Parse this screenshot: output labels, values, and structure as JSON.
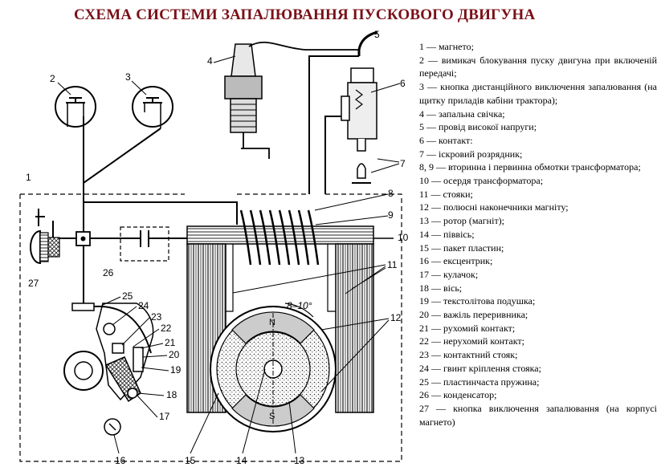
{
  "title": "СХЕМА СИСТЕМИ ЗАПАЛЮВАННЯ ПУСКОВОГО ДВИГУНА",
  "diagram": {
    "callouts": [
      "1",
      "2",
      "3",
      "4",
      "5",
      "6",
      "7",
      "8",
      "9",
      "10",
      "11",
      "12",
      "13",
      "14",
      "15",
      "16",
      "17",
      "18",
      "19",
      "20",
      "21",
      "22",
      "23",
      "24",
      "25",
      "26",
      "27"
    ],
    "angle_label": "8–10°",
    "pole_n": "N",
    "pole_s": "S"
  },
  "legend": [
    "1 — магнето;",
    "2 — вимикач блокування пуску двигуна при включеній передачі;",
    "3 — кнопка дистанційного виключення запалювання (на щитку приладів кабіни трактора);",
    "4 — запальна свічка;",
    "5 — провід високої напруги;",
    "6 — контакт:",
    "7 — іскровий розрядник;",
    "8, 9 — вторинна і первинна обмотки трансформатора;",
    "10 — осердя трансформатора;",
    "11 — стояки;",
    "12 — полюсні наконечники магніту;",
    "13 — ротор (магніт);",
    "14 — піввісь;",
    "15 — пакет пластин;",
    "16 — ексцентрик;",
    "17 — кулачок;",
    "18 — вісь;",
    "19 — текстолітова подушка;",
    "20 — важіль переривника;",
    "21 — рухомий контакт;",
    "22 — нерухомий контакт;",
    "23 — контактний стояк;",
    "24 — гвинт кріплення стояка;",
    "25 — пластинчаста пружина;",
    "26 — конденсатор;",
    "27 — кнопка виключення запалювання (на корпусі магнето)"
  ]
}
